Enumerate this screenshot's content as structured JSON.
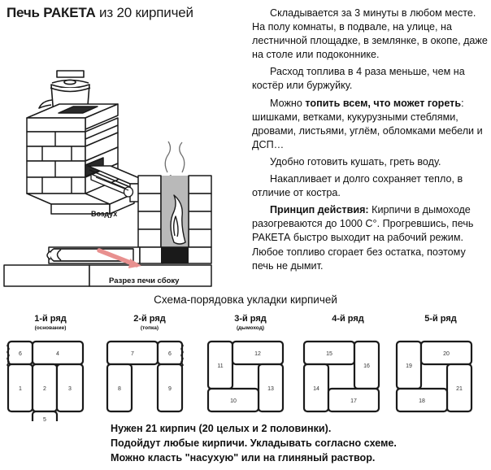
{
  "title": {
    "lead": "Печь РАКЕТА",
    "tail": " из 20 кирпичей"
  },
  "illustration": {
    "air_label": "Воздух",
    "section_caption": "Разрез печи сбоку",
    "kettle_icon": "kettle-icon",
    "flame_icon": "flame-icon",
    "arrow_icon": "air-arrow-icon",
    "arrow_color": "#e8908f"
  },
  "article": {
    "paragraphs": [
      {
        "id": "p1",
        "runs": [
          {
            "text": "Складывается за 3 минуты в любом месте. На полу комнаты, в подвале, на улице, на лестничной площадке, в землянке, в окопе, даже на столе или подоконнике.",
            "bold": false
          }
        ]
      },
      {
        "id": "p2",
        "runs": [
          {
            "text": "Расход топлива в 4 раза меньше, чем на костёр или буржуйку.",
            "bold": false
          }
        ]
      },
      {
        "id": "p3",
        "runs": [
          {
            "text": "Можно ",
            "bold": false
          },
          {
            "text": "топить всем, что может гореть",
            "bold": true
          },
          {
            "text": ": шишками, ветками, кукурузными стеблями, дровами, листьями, углём, обломками мебели и ДСП…",
            "bold": false
          }
        ]
      },
      {
        "id": "p4",
        "runs": [
          {
            "text": "Удобно готовить кушать, греть воду.",
            "bold": false
          }
        ]
      },
      {
        "id": "p5",
        "runs": [
          {
            "text": "Накапливает и долго сохраняет тепло, в отличие от костра.",
            "bold": false
          }
        ]
      },
      {
        "id": "p6",
        "runs": [
          {
            "text": "Принцип действия:",
            "bold": true
          },
          {
            "text": " Кирпичи в дымоходе разогреваются до 1000 С°. Прогревшись, печь РАКЕТА быстро выходит на рабочий режим. Любое топливо сгорает без остатка, поэтому печь не дымит.",
            "bold": false
          }
        ]
      }
    ]
  },
  "scheme": {
    "heading": "Схема-порядовка укладки кирпичей",
    "rows": [
      {
        "title": "1-й ряд",
        "sub": "(основание)"
      },
      {
        "title": "2-й ряд",
        "sub": "(топка)"
      },
      {
        "title": "3-й ряд",
        "sub": "(дымоход)"
      },
      {
        "title": "4-й ряд",
        "sub": ""
      },
      {
        "title": "5-й ряд",
        "sub": ""
      }
    ],
    "bricks": {
      "row1": [
        "6",
        "4",
        "1",
        "2",
        "3",
        "5"
      ],
      "row2": [
        "7",
        "6",
        "8",
        "9"
      ],
      "row3": [
        "11",
        "12",
        "13",
        "10"
      ],
      "row4": [
        "15",
        "16",
        "14",
        "17"
      ],
      "row5": [
        "19",
        "20",
        "21",
        "18"
      ]
    }
  },
  "footer": {
    "lines": [
      "Нужен 21 кирпич (20 целых и 2 половинки).",
      "Подойдут любые кирпичи.  Укладывать согласно схеме.",
      "Можно класть \"насухую\" или на глиняный раствор."
    ]
  }
}
